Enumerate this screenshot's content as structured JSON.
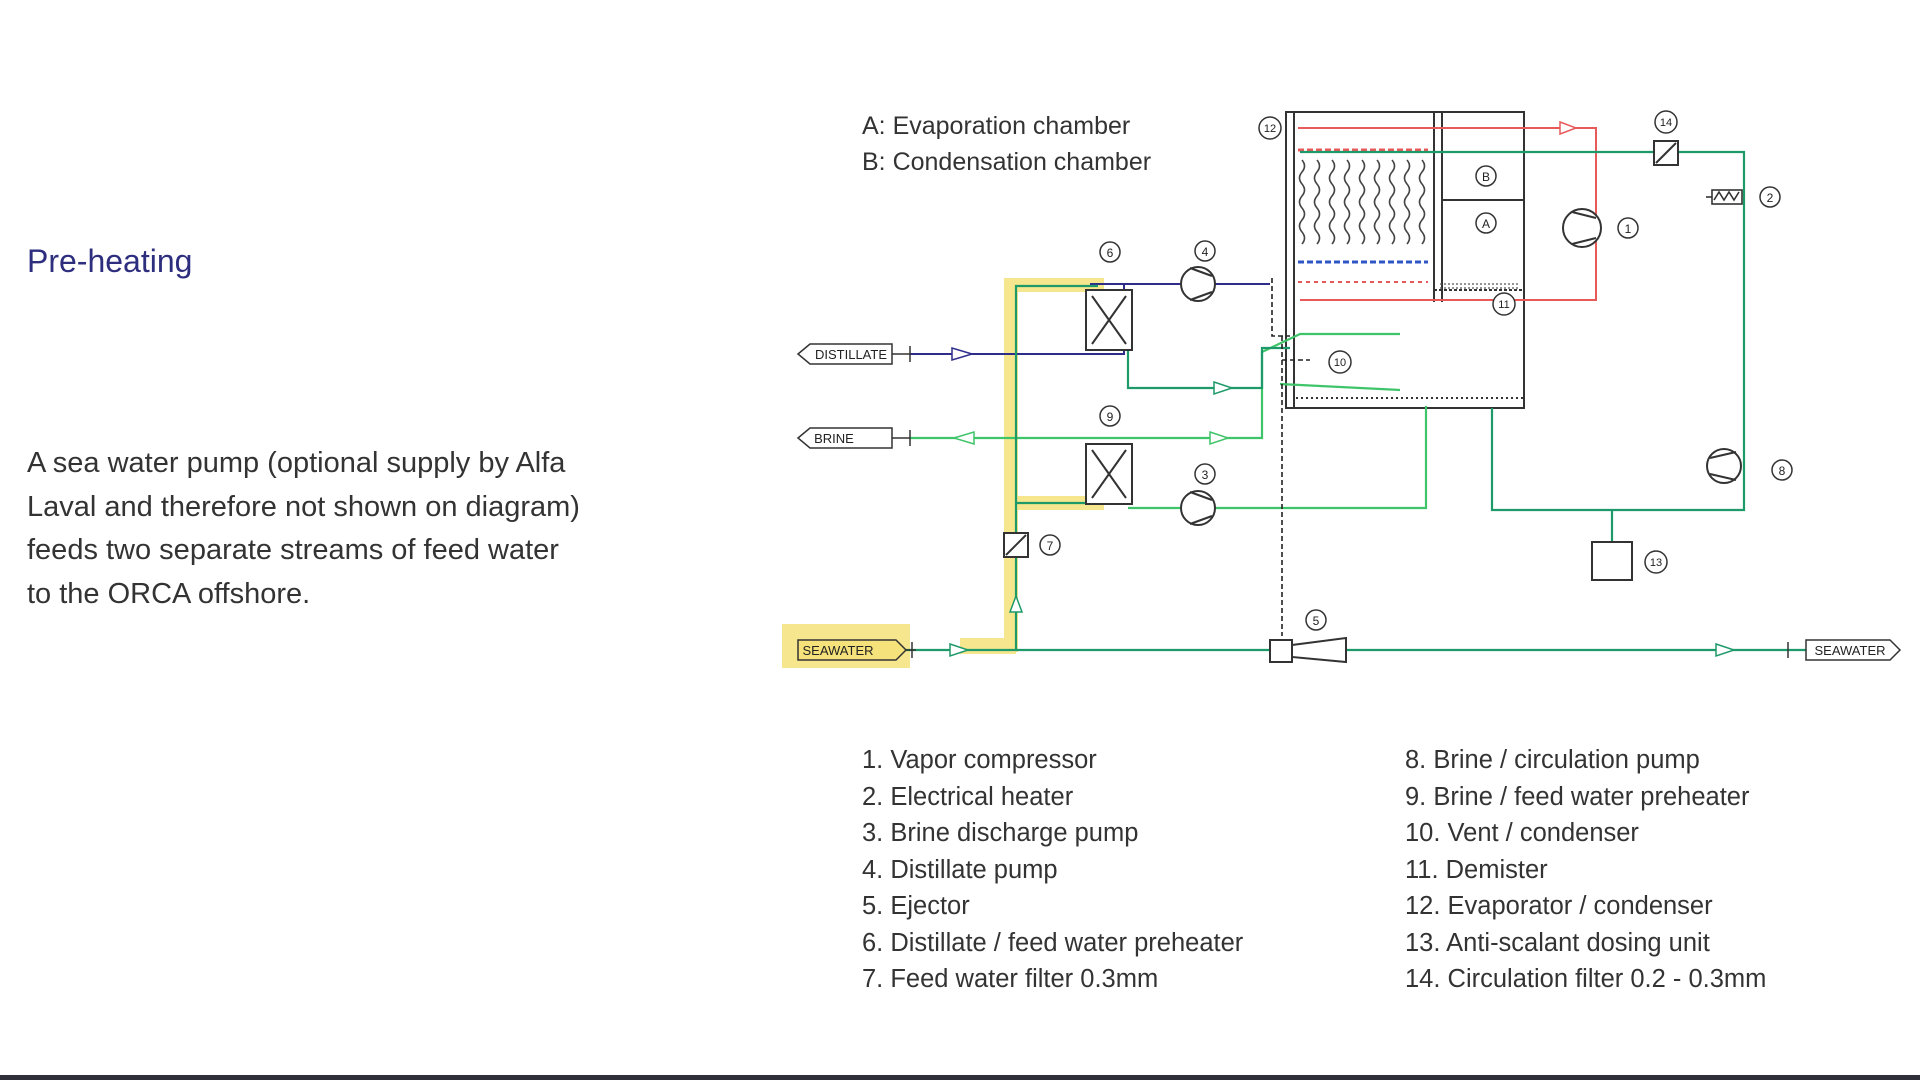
{
  "slide": {
    "title": "Pre-heating",
    "body": "A sea water pump (optional supply by Alfa Laval and therefore not shown on diagram) feeds two separate streams of feed water to the ORCA offshore."
  },
  "chambers": {
    "a_label": "A: Evaporation chamber",
    "b_label": "B: Condensation chamber",
    "a_marker": "A",
    "b_marker": "B"
  },
  "streams": {
    "distillate": "DISTILLATE",
    "brine": "BRINE",
    "seawater_in": "SEAWATER",
    "seawater_out": "SEAWATER"
  },
  "markers": [
    "1",
    "2",
    "3",
    "4",
    "5",
    "6",
    "7",
    "8",
    "9",
    "10",
    "11",
    "12",
    "13",
    "14"
  ],
  "legend_left": [
    "1. Vapor compressor",
    "2. Electrical heater",
    "3. Brine discharge pump",
    "4. Distillate pump",
    "5. Ejector",
    "6. Distillate / feed water preheater",
    "7. Feed water filter 0.3mm"
  ],
  "legend_right": [
    "8. Brine / circulation pump",
    "9. Brine / feed water preheater",
    "10. Vent / condenser",
    "11. Demister",
    "12. Evaporator / condenser",
    "13. Anti-scalant dosing unit",
    "14. Circulation filter 0.2 - 0.3mm"
  ],
  "colors": {
    "highlight": "#f5e27a",
    "seawater_line": "#1e9a6a",
    "brine_line": "#3fc46a",
    "distillate_line": "#2e2e8a",
    "hot_vapor_line": "#e85a5a",
    "title": "#2e2e7e"
  }
}
